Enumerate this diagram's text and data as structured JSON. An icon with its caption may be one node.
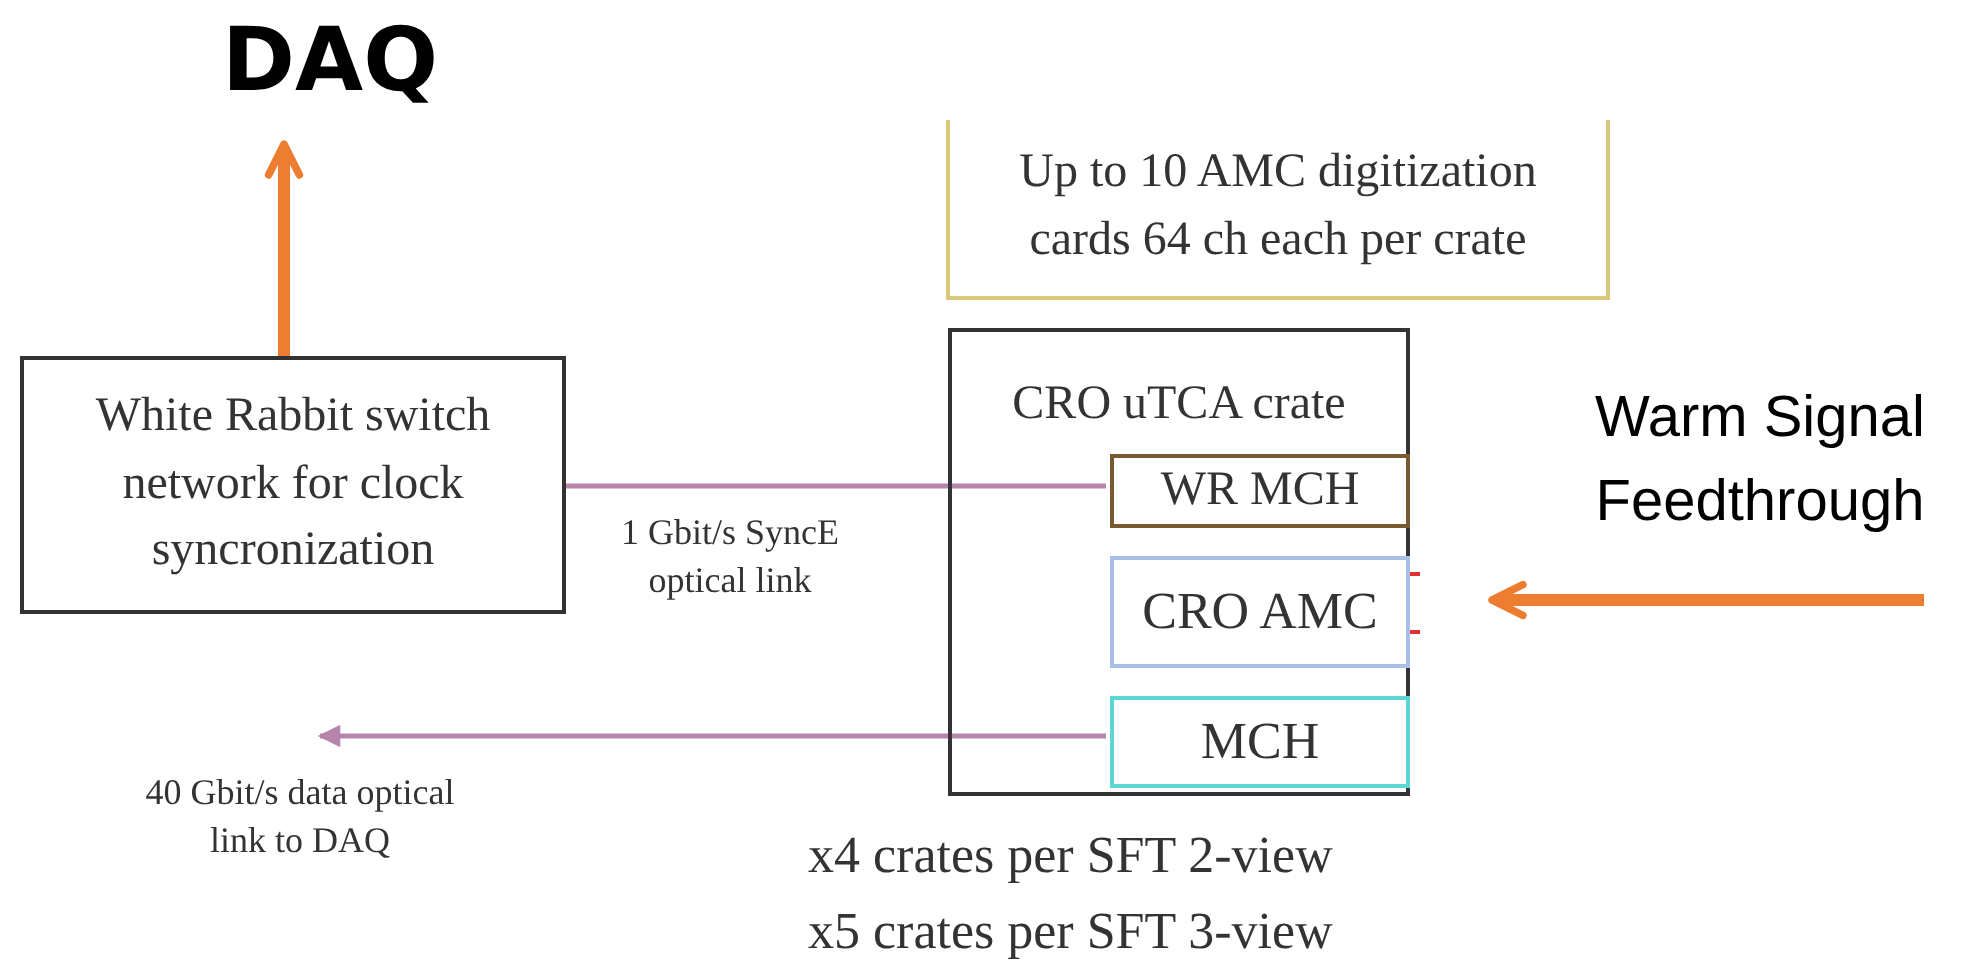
{
  "diagram": {
    "nodes": [
      {
        "text": [
          "DAQ"
        ]
      },
      {
        "text": [
          "White Rabbit switch network for clock syncronization"
        ]
      },
      {
        "text": [
          "Up to 10 AMC digitization cards 64 ch each per crate"
        ]
      },
      {
        "text": [
          "CRO uTCA crate"
        ],
        "beside": [
          "x4 crates per SFT 2-view",
          "x5 crates per SFT 3-view"
        ]
      },
      {
        "text": [
          "WR MCH"
        ],
        "in": 3
      },
      {
        "text": [
          "CRO AMC"
        ],
        "in": 3
      },
      {
        "text": [
          "MCH"
        ],
        "in": 3
      }
    ],
    "edges": [
      {
        "from": 1,
        "to": 0,
        "arrow": "to",
        "style": "thick",
        "color": "#ed7d31"
      },
      {
        "from": 1,
        "to": 4,
        "arrow": "none",
        "label": "1 Gbit/s SyncE optical link",
        "color": "#b784ab"
      },
      {
        "from": 6,
        "to": null,
        "arrow": "to",
        "label": "40 Gbit/s data optical link to DAQ",
        "color": "#b784ab"
      },
      {
        "from": null,
        "to": 5,
        "arrow": "to",
        "style": "thick",
        "color": "#ed7d31"
      }
    ],
    "labels": [
      "Warm Signal Feedthrough"
    ]
  }
}
